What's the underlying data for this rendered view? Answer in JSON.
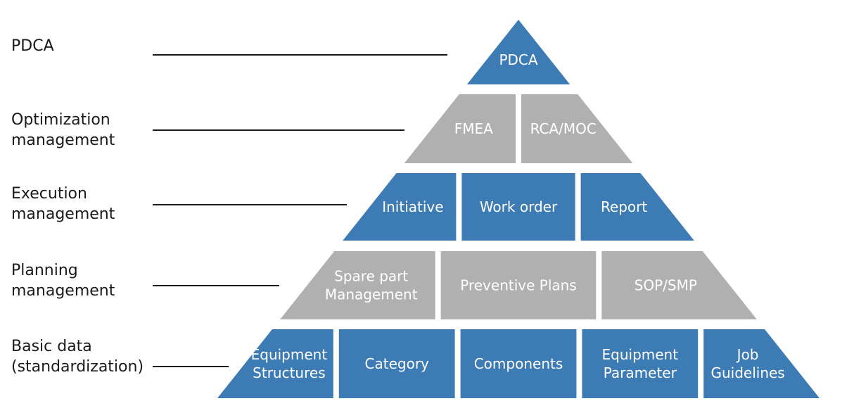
{
  "colors": {
    "blue": "#3d7bb5",
    "gray": "#b0b0b0",
    "label_text": "#1a1a1a",
    "block_text": "#ffffff"
  },
  "levels": [
    {
      "label": [
        "PDCA"
      ],
      "blocks": [
        {
          "text": [
            "PDCA"
          ],
          "color": "blue"
        }
      ]
    },
    {
      "label": [
        "Optimization",
        "management"
      ],
      "blocks": [
        {
          "text": [
            "FMEA"
          ],
          "color": "gray"
        },
        {
          "text": [
            "RCA/MOC"
          ],
          "color": "gray"
        }
      ]
    },
    {
      "label": [
        "Execution",
        "management"
      ],
      "blocks": [
        {
          "text": [
            "Initiative"
          ],
          "color": "blue"
        },
        {
          "text": [
            "Work order"
          ],
          "color": "blue"
        },
        {
          "text": [
            "Report"
          ],
          "color": "blue"
        }
      ]
    },
    {
      "label": [
        "Planning",
        "management"
      ],
      "blocks": [
        {
          "text": [
            "Spare part",
            "Management"
          ],
          "color": "gray"
        },
        {
          "text": [
            "Preventive Plans"
          ],
          "color": "gray"
        },
        {
          "text": [
            "SOP/SMP"
          ],
          "color": "gray"
        }
      ]
    },
    {
      "label": [
        "Basic data",
        "(standardization)"
      ],
      "blocks": [
        {
          "text": [
            "Equipment",
            "Structures"
          ],
          "color": "blue"
        },
        {
          "text": [
            "Category"
          ],
          "color": "blue"
        },
        {
          "text": [
            "Components"
          ],
          "color": "blue"
        },
        {
          "text": [
            "Equipment",
            "Parameter"
          ],
          "color": "blue"
        },
        {
          "text": [
            "Job",
            "Guidelines"
          ],
          "color": "blue"
        }
      ]
    }
  ]
}
